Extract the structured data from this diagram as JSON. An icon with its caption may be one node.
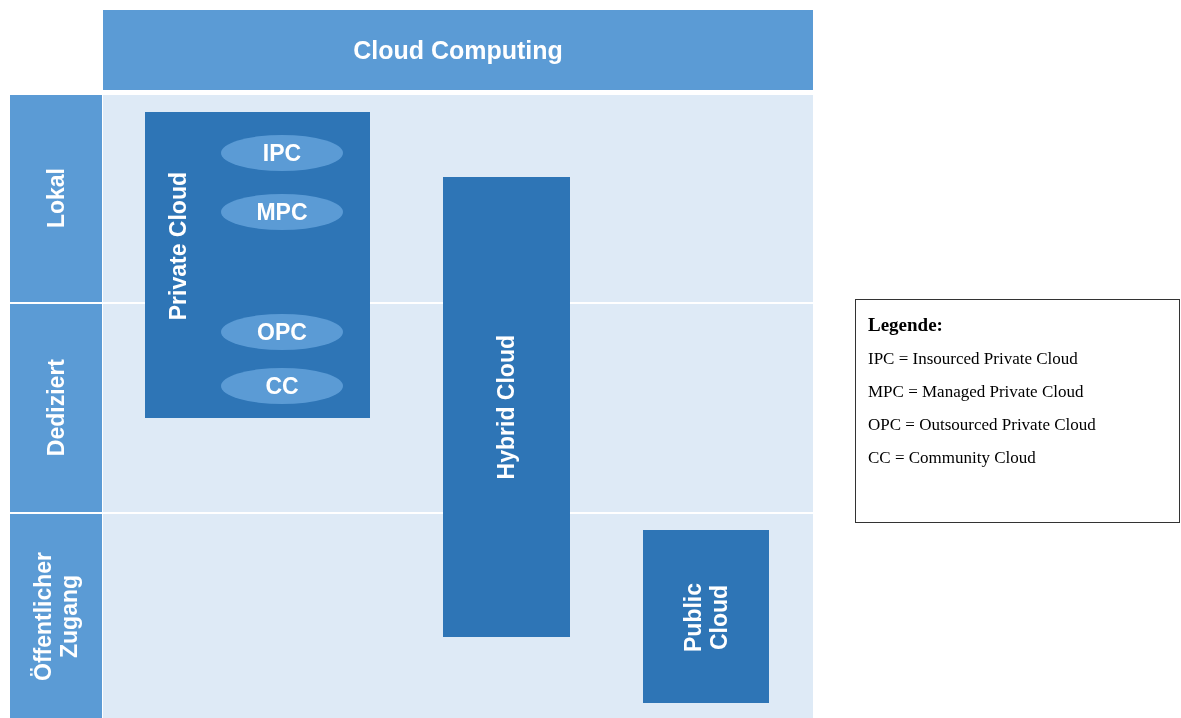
{
  "diagram": {
    "nodes": [
      {
        "text": [
          "Cloud Computing"
        ]
      },
      {
        "text": [
          "Lokal"
        ]
      },
      {
        "text": [
          "Dediziert"
        ]
      },
      {
        "text": [
          "Öffentlicher Zugang"
        ]
      },
      {
        "text": [
          "Private Cloud"
        ]
      },
      {
        "text": [
          "IPC"
        ],
        "in": 4
      },
      {
        "text": [
          "MPC"
        ],
        "in": 4
      },
      {
        "text": [
          "OPC"
        ],
        "in": 4
      },
      {
        "text": [
          "CC"
        ],
        "in": 4
      },
      {
        "text": [
          "Hybrid Cloud"
        ]
      },
      {
        "text": [
          "Public Cloud"
        ]
      },
      {
        "text": [
          "Legende:",
          "IPC = Insourced Private Cloud",
          "MPC = Managed Private Cloud",
          "OPC = Outsourced Private Cloud",
          "CC = Community Cloud"
        ]
      }
    ]
  }
}
